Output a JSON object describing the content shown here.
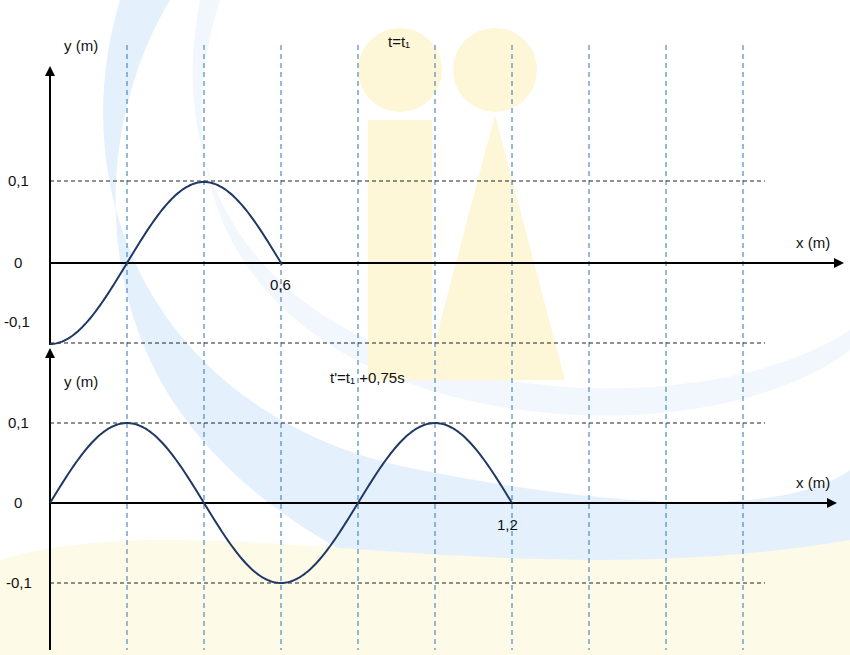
{
  "diagram": {
    "labels": [
      "y (m)",
      "t=t₁",
      "0,1",
      "0",
      "-0,1",
      "x (m)",
      "0,6",
      "t'=t₁ +0,75s",
      "y (m)",
      "0,1",
      "0",
      "-0,1",
      "x (m)",
      "1,2"
    ]
  }
}
